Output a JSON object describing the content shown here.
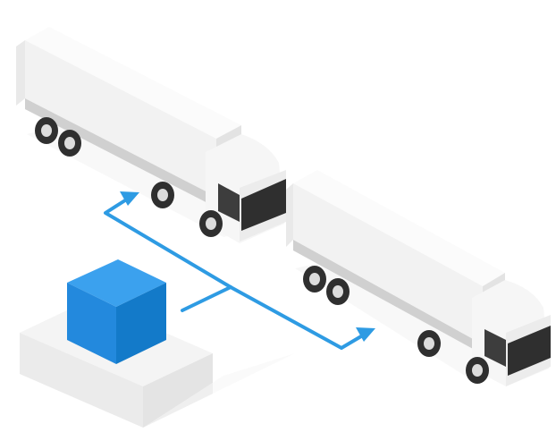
{
  "diagram": {
    "nodes": [
      {
        "id": "hub",
        "kind": "cube-on-platform"
      },
      {
        "id": "truck-1",
        "kind": "truck"
      },
      {
        "id": "truck-2",
        "kind": "truck"
      }
    ],
    "edges": [
      {
        "from": "hub",
        "to": "truck-1",
        "arrow": "end"
      },
      {
        "from": "hub",
        "to": "truck-2",
        "arrow": "end"
      }
    ]
  },
  "colors": {
    "background": "#ffffff",
    "connector": "#2e9be3",
    "cube_top": "#3ba1ee",
    "cube_left": "#2389dd",
    "cube_right": "#137ac9",
    "truck_body": "#f4f4f4",
    "truck_shade": "#e6e6e6",
    "truck_dark": "#3d3d3d",
    "platform": "#f2f2f2"
  },
  "icons": {
    "hub": "cube-icon",
    "truck": "truck-icon",
    "connector": "arrow-icon"
  }
}
